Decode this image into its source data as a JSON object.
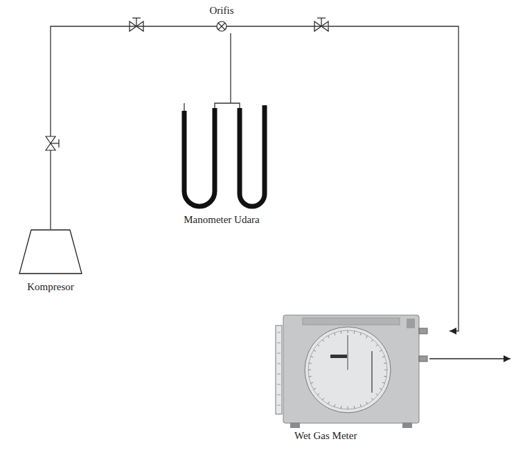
{
  "diagram": {
    "nodes": [
      {
        "text": [
          "Orifis"
        ]
      },
      {
        "text": [
          "Manometer Udara"
        ]
      },
      {
        "text": [
          "Kompresor"
        ]
      },
      {
        "text": [
          "Wet Gas Meter"
        ]
      }
    ],
    "edges": [
      {
        "from": 2,
        "to": 0,
        "arrow": "none"
      },
      {
        "from": 0,
        "to": 1,
        "arrow": "none"
      },
      {
        "from": 0,
        "to": 3,
        "arrow": "to"
      }
    ]
  }
}
